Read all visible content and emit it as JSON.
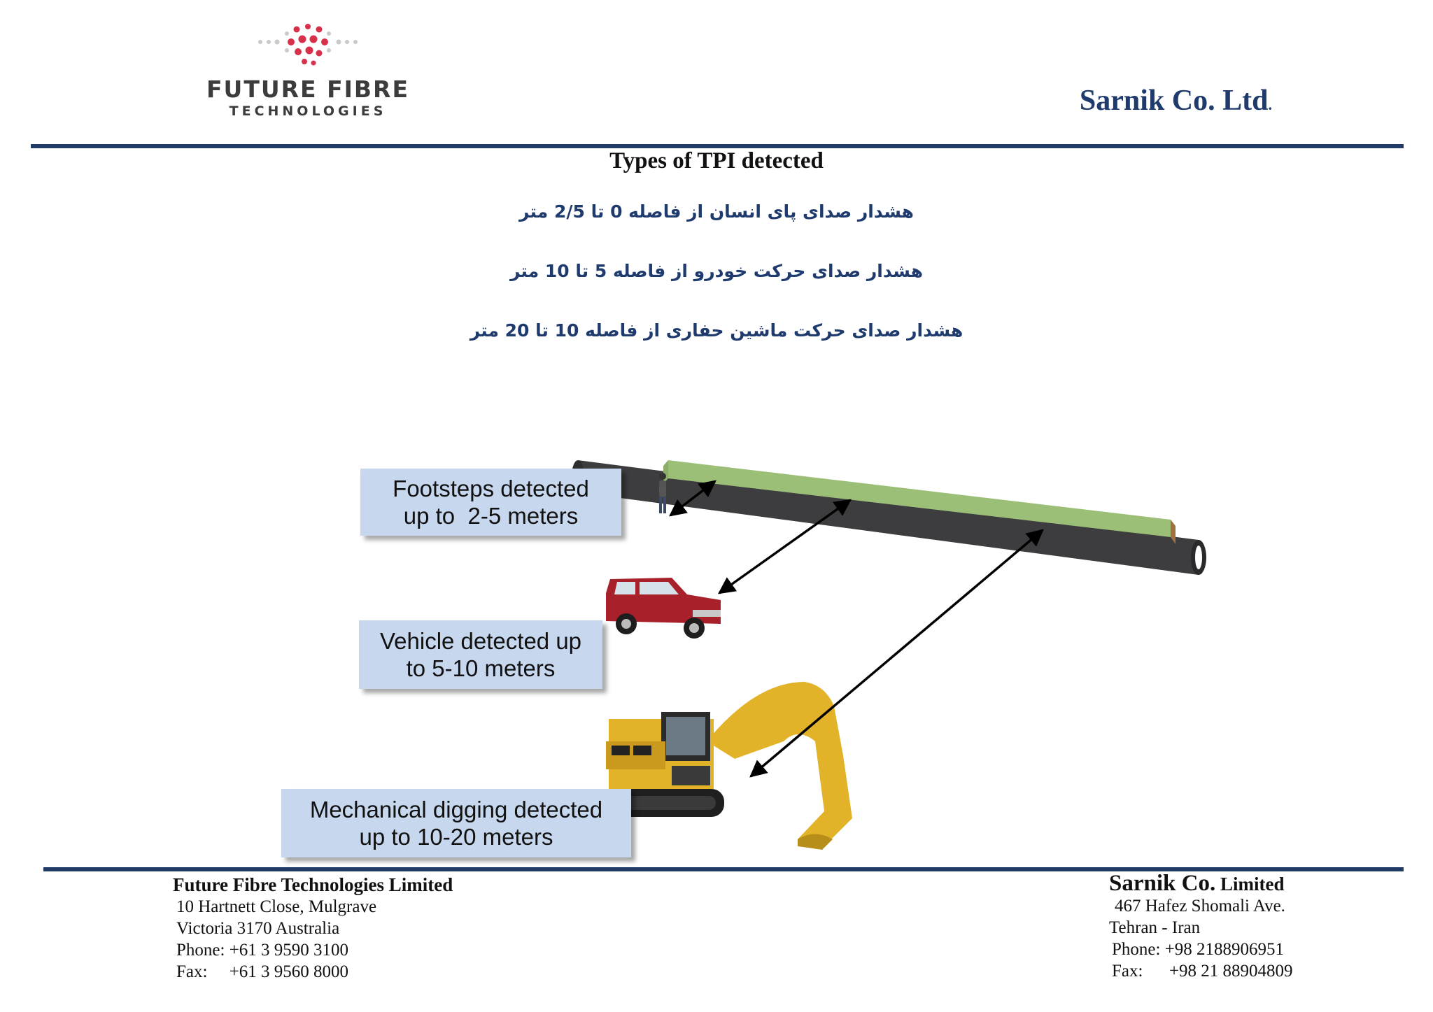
{
  "header": {
    "logo": {
      "name": "FUTURE FIBRE",
      "subtitle": "TECHNOLOGIES",
      "dot_color": "#d6304a",
      "dot_muted_color": "#c9c9c9"
    },
    "partner_name": "Sarnik Co. Ltd",
    "partner_name_suffix": ".",
    "rule_color": "#1f3b66"
  },
  "title": "Types of TPI detected",
  "persian_lines": [
    "هشدار صدای پای انسان از فاصله 0 تا 2/5 متر",
    "هشدار صدای حرکت خودرو از فاصله 5 تا 10 متر",
    "هشدار صدای حرکت ماشین حفاری از فاصله 10 تا 20 متر"
  ],
  "diagram": {
    "pipe_color": "#3d3d3f",
    "trench_color": "#9cbf78",
    "callout_color": "#c7d8ee",
    "callouts": {
      "footsteps": [
        "Footsteps detected",
        "up to  2-5 meters"
      ],
      "vehicle": [
        "Vehicle detected up",
        "to 5-10 meters"
      ],
      "digging": [
        "Mechanical digging detected",
        "up to 10-20 meters"
      ]
    }
  },
  "footer": {
    "left": {
      "company": "Future Fibre Technologies Limited",
      "address1": "10 Hartnett Close, Mulgrave",
      "address2": "Victoria 3170 Australia",
      "phone": "Phone: +61 3 9590 3100",
      "fax": "Fax:     +61 3 9560 8000"
    },
    "right": {
      "company_main": "Sarnik Co.",
      "company_suffix": " Limited",
      "address1": "467 Hafez Shomali Ave.",
      "address2": "Tehran - Iran",
      "phone": "Phone: +98 2188906951",
      "fax": "Fax:      +98 21 88904809"
    }
  }
}
